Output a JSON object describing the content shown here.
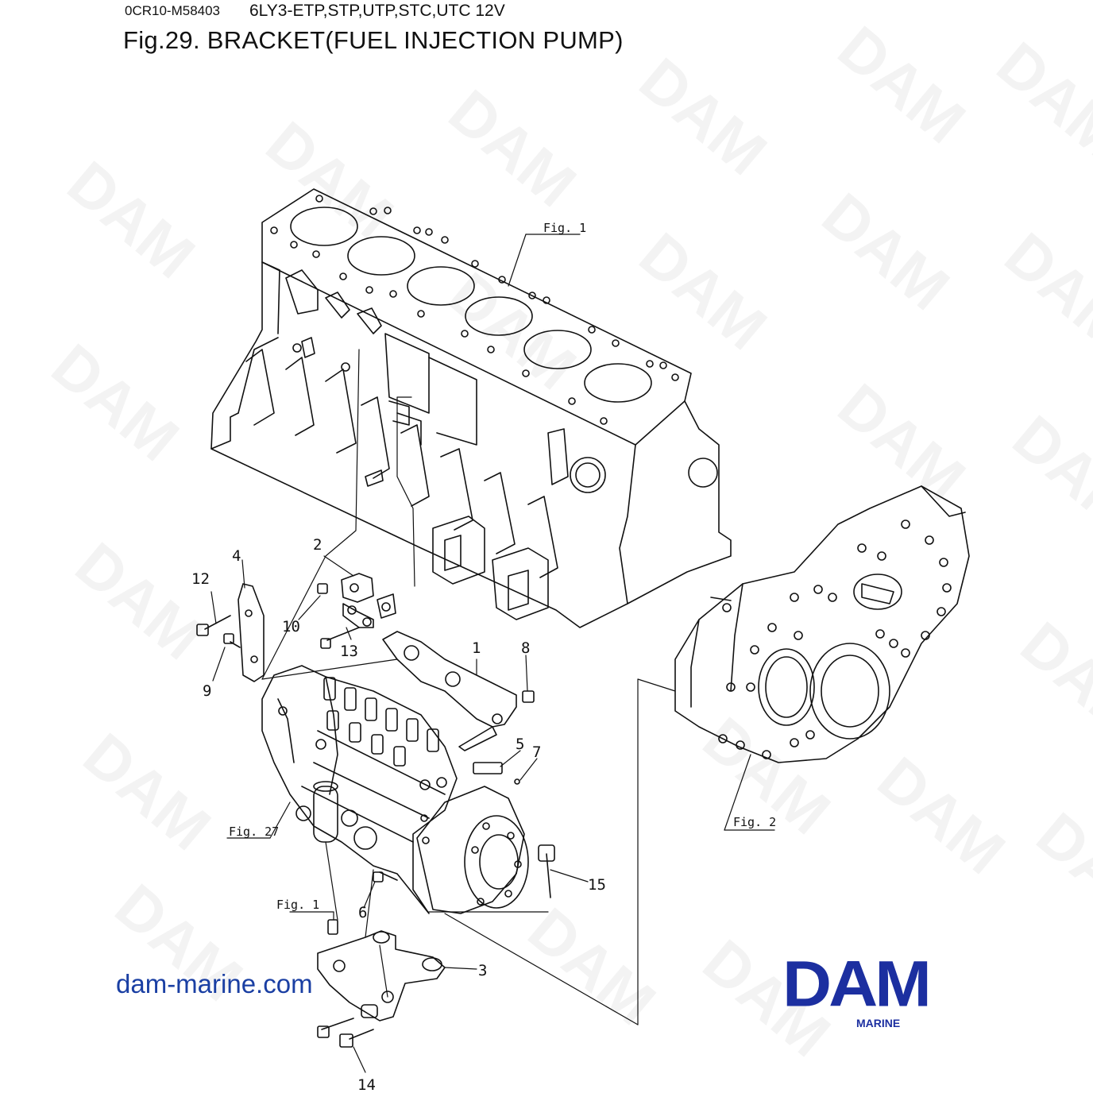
{
  "header": {
    "doc_code": "0CR10-M58403",
    "model": "6LY3-ETP,STP,UTP,STC,UTC 12V",
    "figure_title": "Fig.29.  BRACKET(FUEL INJECTION PUMP)"
  },
  "watermark": "DAM",
  "website": "dam-marine.com",
  "logo": {
    "brand": "DAM",
    "sub": "MARINE",
    "color": "#1c2fa0"
  },
  "references": {
    "fig1_top": "Fig. 1",
    "fig2": "Fig. 2",
    "fig27": "Fig. 27",
    "fig1_bottom": "Fig. 1"
  },
  "parts": {
    "p1": "1",
    "p2": "2",
    "p3": "3",
    "p4": "4",
    "p5": "5",
    "p6": "6",
    "p7": "7",
    "p8": "8",
    "p9": "9",
    "p10": "10",
    "p12": "12",
    "p13": "13",
    "p14": "14",
    "p15": "15"
  }
}
